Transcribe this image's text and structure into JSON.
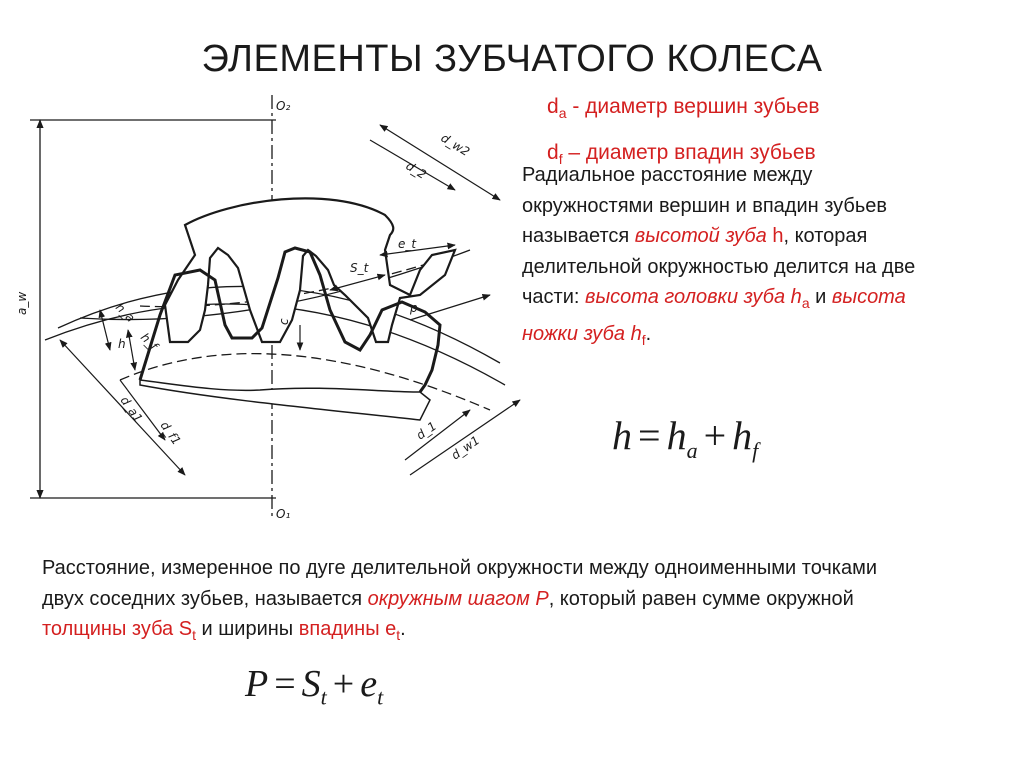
{
  "title": "ЭЛЕМЕНТЫ ЗУБЧАТОГО КОЛЕСА",
  "definitions": {
    "da": {
      "symbol": "d",
      "sub": "a",
      "text": " - диаметр вершин зубьев"
    },
    "df": {
      "symbol": "d",
      "sub": "f",
      "text": " – диаметр впадин зубьев"
    }
  },
  "paragraph1": {
    "p1": "Радиальное расстояние между окружностями вершин и впадин зубьев называется ",
    "term_height": "высотой зуба",
    "h_letter": "h",
    "p2": ", которая делительной окружностью делится на две части: ",
    "term_head": "высота головки зуба h",
    "head_sub": "a",
    "and": " и ",
    "term_foot": "высота ножки зуба h",
    "foot_sub": "f",
    "end": "."
  },
  "formula1": {
    "lhs": "h",
    "eq": "=",
    "a": "h",
    "a_sub": "a",
    "plus": "+",
    "b": "h",
    "b_sub": "f"
  },
  "paragraph2": {
    "p1": "Расстояние, измеренное по дуге делительной окружности между одноименными точками двух соседних зубьев, называется ",
    "term_pitch": "окружным шагом P",
    "p2": ", который равен сумме окружной ",
    "term_thickness": "толщины зуба S",
    "thickness_sub": "t",
    "p3": " и ширины ",
    "term_width": "впадины e",
    "width_sub": "t",
    "end": "."
  },
  "formula2": {
    "lhs": "P",
    "eq": "=",
    "a": "S",
    "a_sub": "t",
    "plus": "+",
    "b": "e",
    "b_sub": "t"
  },
  "diagram": {
    "center_top": "O₂",
    "center_bottom": "O₁",
    "labels": {
      "aw": "a_w",
      "dw2": "d_w2",
      "d2": "d_2",
      "et": "e_t",
      "st": "S_t",
      "ha": "h_a",
      "hf": "h_f",
      "h": "h",
      "c": "c",
      "p": "p",
      "da1": "d_a1",
      "df1": "d_f1",
      "d1": "d_1",
      "dw1": "d_w1"
    }
  },
  "colors": {
    "accent": "#d42020",
    "text": "#1a1a1a"
  }
}
